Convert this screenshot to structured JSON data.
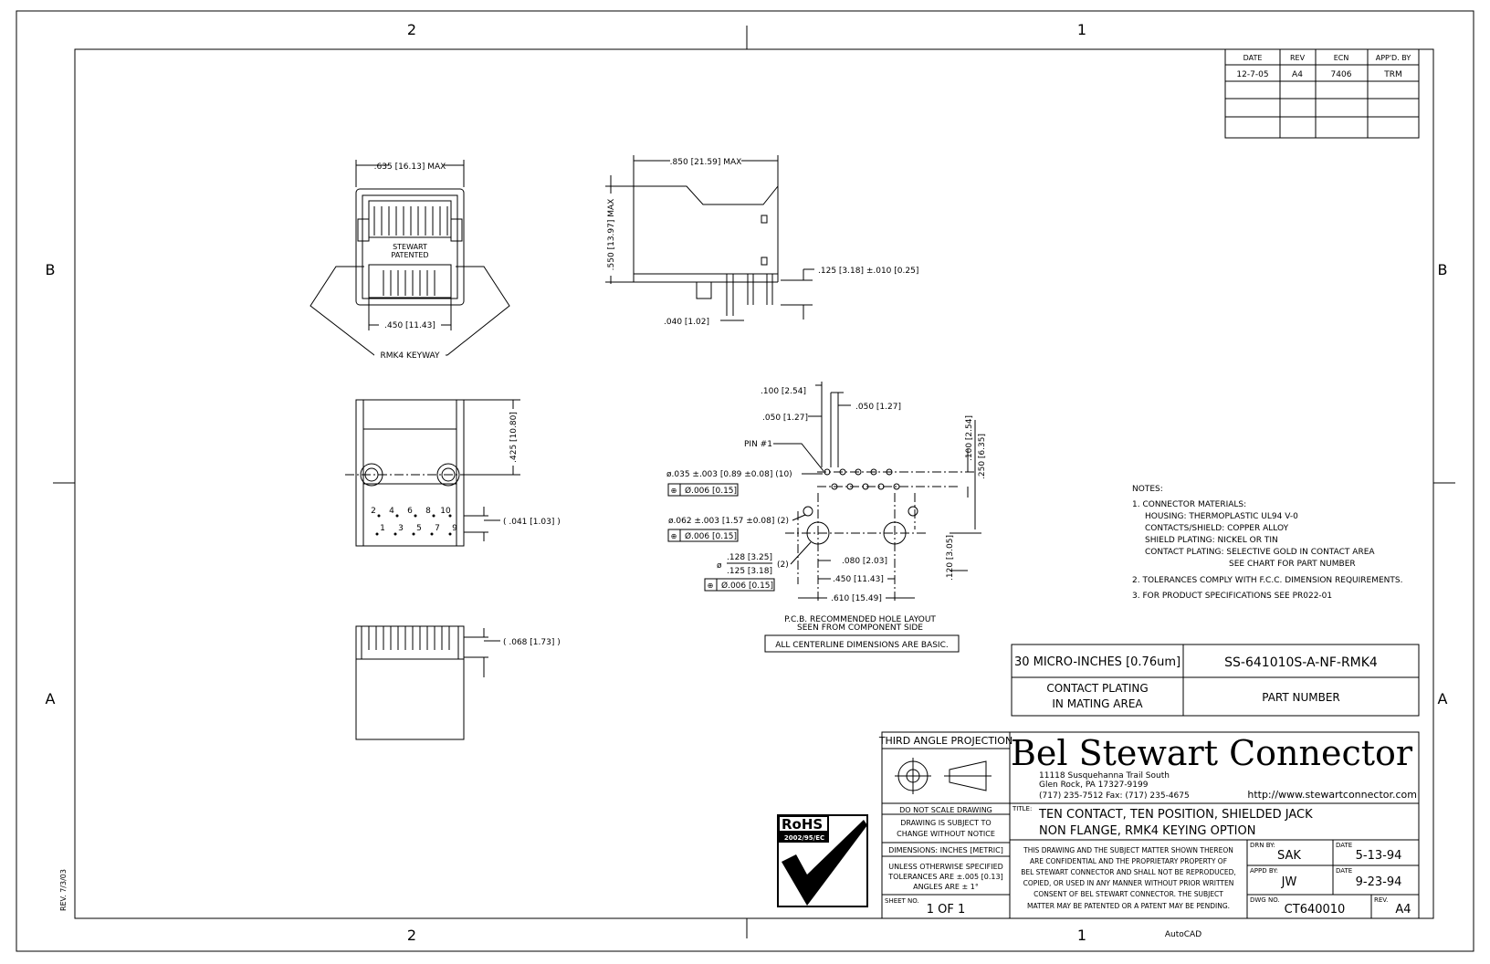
{
  "zones": {
    "top_left": "2",
    "top_right": "1",
    "bottom_left": "2",
    "bottom_right": "1",
    "left_upper": "B",
    "right_upper": "B",
    "left_lower": "A",
    "right_lower": "A"
  },
  "revision_table": {
    "headers": [
      "DATE",
      "REV",
      "ECN",
      "APP'D. BY"
    ],
    "rows": [
      [
        "12-7-05",
        "A4",
        "7406",
        "TRM"
      ]
    ]
  },
  "front_view": {
    "width_dim": ".635 [16.13] MAX",
    "spacing_dim": ".450 [11.43]",
    "keyway_label": "RMK4 KEYWAY",
    "marking_line1": "STEWART",
    "marking_line2": "PATENTED"
  },
  "side_view": {
    "length_dim": ".850 [21.59] MAX",
    "height_dim": ".550 [13.97] MAX",
    "pin_length_dim": ".125 [3.18] ±.010 [0.25]",
    "pin_offset_dim": ".040 [1.02]"
  },
  "bottom_view": {
    "depth_dim": ".425 [10.80]",
    "pin_offset_dim": "( .041 [1.03] )",
    "pins_top": [
      "2",
      "4",
      "6",
      "8",
      "10"
    ],
    "pins_bottom": [
      "1",
      "3",
      "5",
      "7",
      "9"
    ]
  },
  "top_view": {
    "offset_dim": "( .068 [1.73] )"
  },
  "pcb_layout": {
    "pitch_100": ".100 [2.54]",
    "pitch_050_left": ".050 [1.27]",
    "pitch_050_right": ".050 [1.27]",
    "pin1_label": "PIN #1",
    "row_spacing": ".100 [2.54]",
    "row_offset": ".250 [6.35]",
    "hole_spec": "ø.035 ±.003 [0.89 ±0.08] (10)",
    "tol1": "Ø.006 [0.15]",
    "peg_spec": "ø.062 ±.003 [1.57 ±0.08] (2)",
    "tol2": "Ø.006 [0.15]",
    "boss_prefix": "ø",
    "boss_max": ".128 [3.25]",
    "boss_min": ".125 [3.18]",
    "boss_qty": "(2)",
    "tol3": "Ø.006 [0.15]",
    "dim_080": ".080 [2.03]",
    "dim_450": ".450 [11.43]",
    "dim_610": ".610 [15.49]",
    "dim_120": ".120 [3.05]",
    "caption1": "P.C.B. RECOMMENDED HOLE LAYOUT",
    "caption2": "SEEN FROM COMPONENT SIDE",
    "basic_note": "ALL CENTERLINE DIMENSIONS ARE BASIC."
  },
  "notes": {
    "heading": "NOTES:",
    "lines": [
      "1. CONNECTOR MATERIALS:",
      "HOUSING:   THERMOPLASTIC UL94 V-0",
      "CONTACTS/SHIELD:   COPPER ALLOY",
      "SHIELD PLATING:   NICKEL OR TIN",
      "CONTACT PLATING:  SELECTIVE GOLD IN CONTACT AREA",
      "SEE CHART FOR PART NUMBER",
      "2. TOLERANCES COMPLY WITH F.C.C. DIMENSION REQUIREMENTS.",
      "3. FOR PRODUCT SPECIFICATIONS SEE PR022-01"
    ]
  },
  "plating_table": {
    "plating_value": "30 MICRO-INCHES [0.76um]",
    "part_number": "SS-641010S-A-NF-RMK4",
    "plating_label1": "CONTACT PLATING",
    "plating_label2": "IN MATING AREA",
    "part_label": "PART NUMBER"
  },
  "title_block": {
    "projection": "THIRD ANGLE PROJECTION",
    "company": "Bel Stewart Connector",
    "address1": "11118 Susquehanna Trail South",
    "address2": "Glen Rock, PA   17327-9199",
    "phone": "(717) 235-7512   Fax: (717) 235-4675",
    "website": "http://www.stewartconnector.com",
    "no_scale": "DO NOT SCALE DRAWING",
    "subject_change1": "DRAWING IS SUBJECT TO",
    "subject_change2": "CHANGE WITHOUT NOTICE",
    "dimensions": "DIMENSIONS: INCHES [METRIC]",
    "tolerance1": "UNLESS OTHERWISE SPECIFIED",
    "tolerance2": "TOLERANCES ARE ±.005 [0.13]",
    "tolerance3": "ANGLES ARE ± 1°",
    "sheet_label": "SHEET NO.",
    "sheet": "1  OF  1",
    "title_label": "TITLE:",
    "title1": "TEN CONTACT, TEN POSITION, SHIELDED JACK",
    "title2": "NON FLANGE, RMK4 KEYING OPTION",
    "confidential": [
      "THIS DRAWING AND THE SUBJECT MATTER SHOWN THEREON",
      "ARE CONFIDENTIAL AND THE PROPRIETARY PROPERTY OF",
      "BEL STEWART CONNECTOR AND SHALL NOT BE REPRODUCED,",
      "COPIED, OR USED IN ANY MANNER WITHOUT PRIOR WRITTEN",
      "CONSENT OF BEL STEWART CONNECTOR.  THE SUBJECT",
      "MATTER MAY BE PATENTED OR A PATENT MAY BE PENDING."
    ],
    "drn_label": "DRN BY:",
    "drn": "SAK",
    "date_label": "DATE",
    "drn_date": "5-13-94",
    "appd_label": "APPD BY:",
    "appd": "JW",
    "appd_date": "9-23-94",
    "dwg_label": "DWG NO.",
    "dwg": "CT640010",
    "rev_label": "REV.",
    "rev": "A4"
  },
  "rohs": {
    "label": "RoHS",
    "directive": "2002/95/EC"
  },
  "footer": {
    "software": "AutoCAD",
    "form_rev": "REV. 7/3/03"
  }
}
